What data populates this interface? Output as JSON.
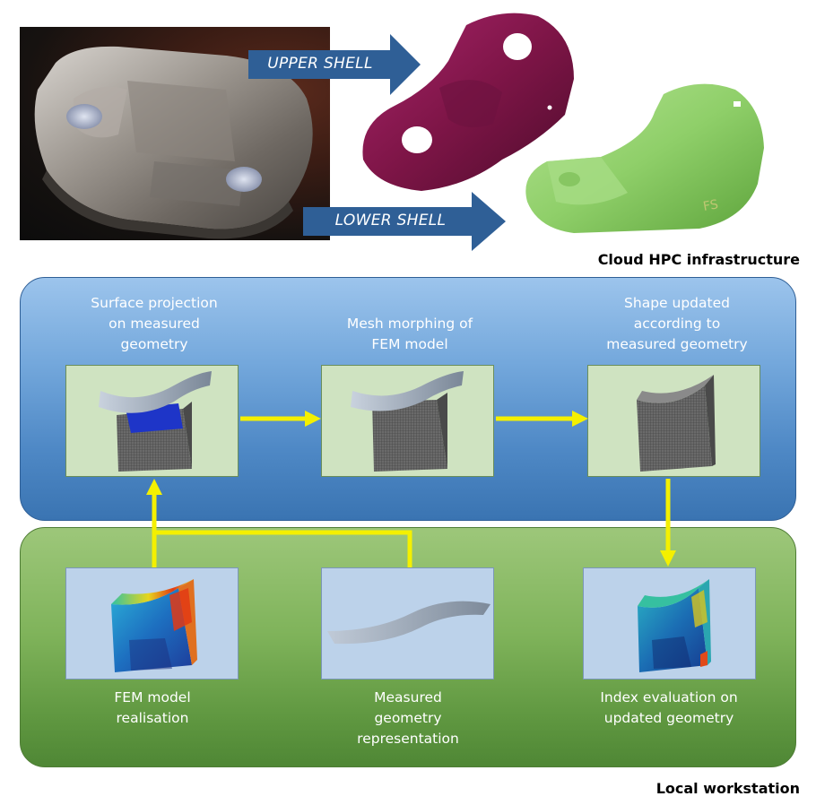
{
  "header": {
    "upper_shell_label": "UPPER SHELL",
    "lower_shell_label": "LOWER SHELL",
    "watermark": "FS"
  },
  "sections": {
    "cloud_label": "Cloud HPC infrastructure",
    "local_label": "Local workstation"
  },
  "steps": {
    "surface_projection": [
      "Surface projection",
      "on measured",
      "geometry"
    ],
    "mesh_morphing": [
      "Mesh morphing of",
      "FEM model"
    ],
    "shape_updated": [
      "Shape updated",
      "according to",
      "measured geometry"
    ],
    "fem_realisation": [
      "FEM model",
      "realisation"
    ],
    "measured_geometry": [
      "Measured",
      "geometry",
      "representation"
    ],
    "index_evaluation": [
      "Index evaluation on",
      "updated geometry"
    ]
  },
  "colors": {
    "arrow_banner": "#2f5f96",
    "flow_arrow": "#f4f000",
    "upper_shell": "#8a1a4e",
    "lower_shell": "#8ed06a"
  }
}
